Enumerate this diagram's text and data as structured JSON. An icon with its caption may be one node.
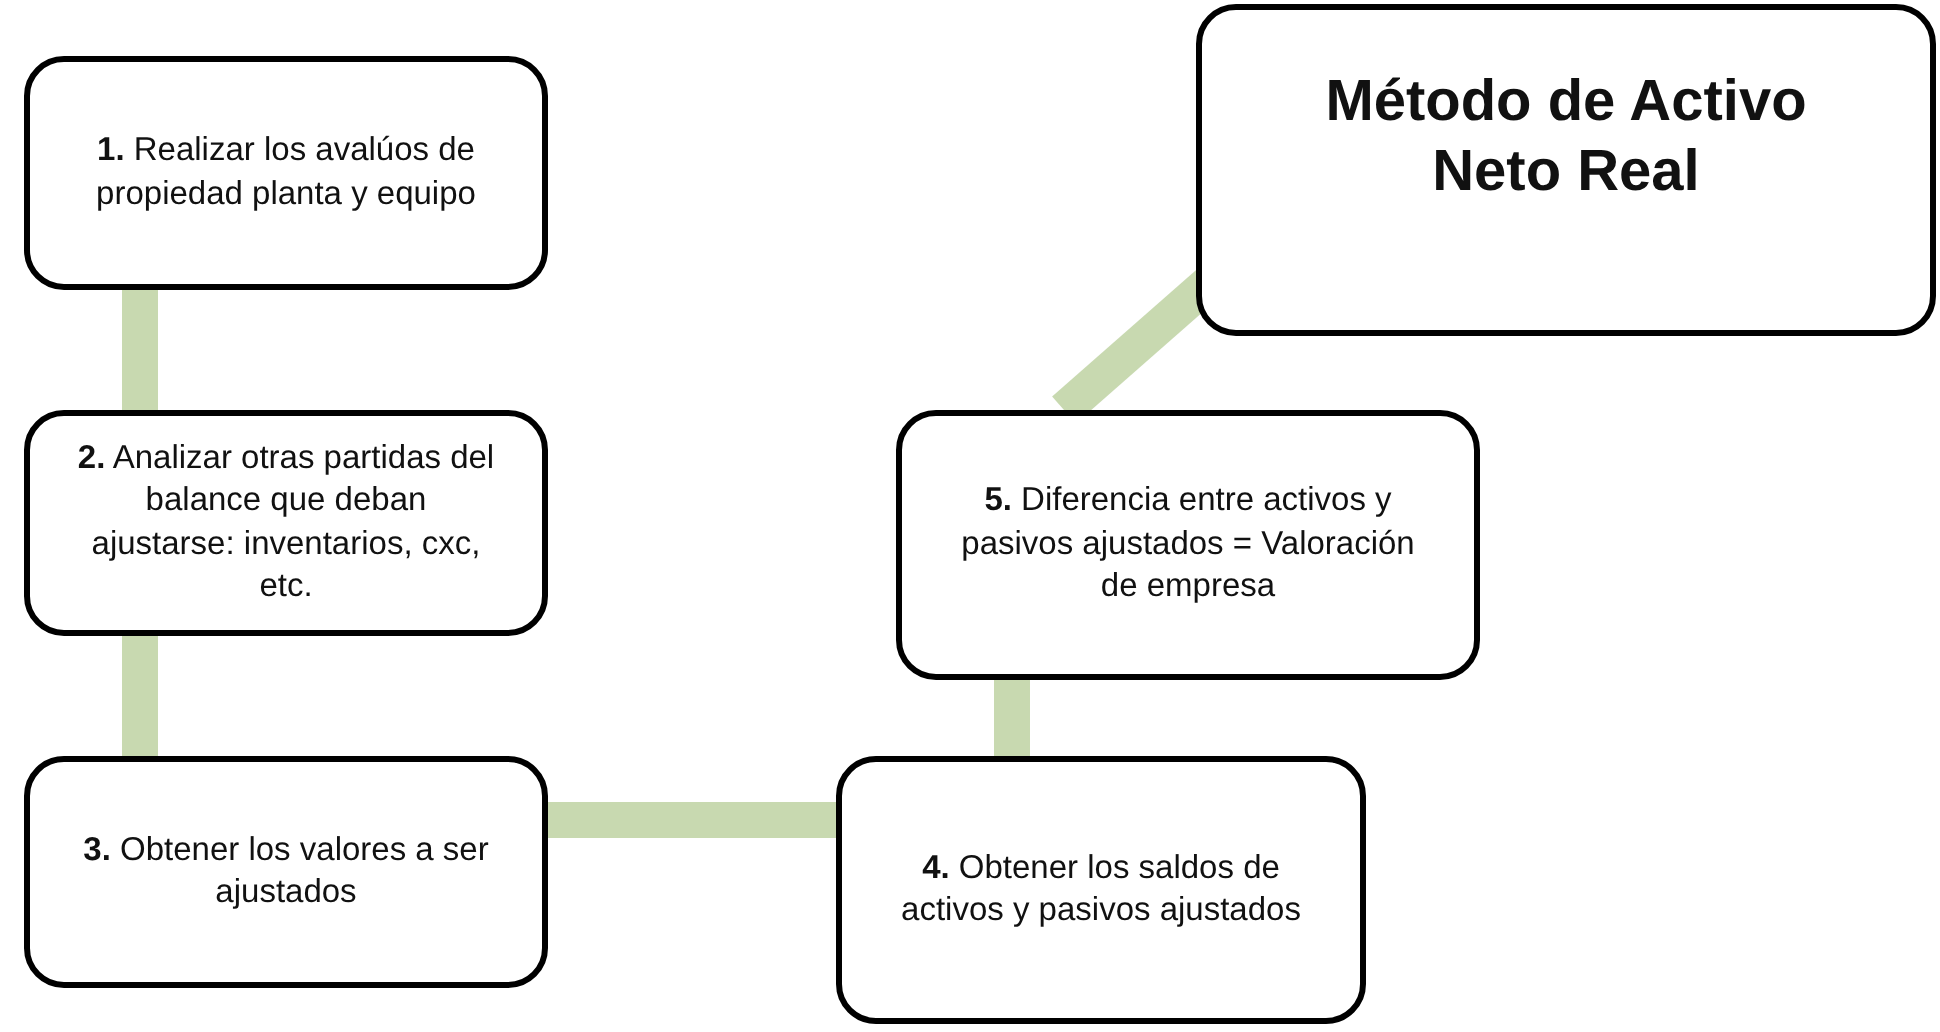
{
  "diagram": {
    "nodes": [
      {
        "text": [
          "**1.** Realizar los avalúos de propiedad planta y equipo"
        ]
      },
      {
        "text": [
          "**2.** Analizar otras partidas del balance que deban ajustarse: inventarios, cxc, etc."
        ]
      },
      {
        "text": [
          "**3.** Obtener los valores a ser ajustados"
        ]
      },
      {
        "text": [
          "**4.** Obtener los saldos de activos y pasivos ajustados"
        ]
      },
      {
        "text": [
          "**5.** Diferencia entre activos y pasivos ajustados = Valoración de empresa"
        ]
      },
      {
        "text": [
          "Método de Activo Neto Real"
        ]
      }
    ],
    "edges": [
      {
        "from": 0,
        "to": 1,
        "arrow": "none"
      },
      {
        "from": 1,
        "to": 2,
        "arrow": "none"
      },
      {
        "from": 2,
        "to": 3,
        "arrow": "none"
      },
      {
        "from": 3,
        "to": 4,
        "arrow": "none"
      },
      {
        "from": 4,
        "to": 5,
        "arrow": "none"
      }
    ]
  }
}
